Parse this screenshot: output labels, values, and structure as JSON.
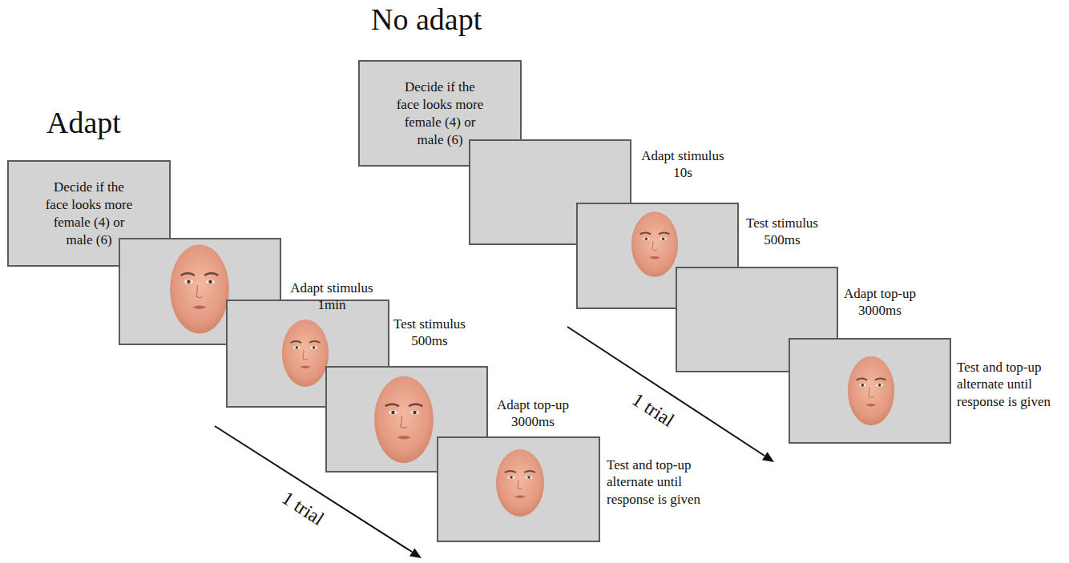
{
  "diagram": {
    "nodes": [
      {
        "text": [
          "Decide if the face looks more female (4) or male (6)"
        ]
      },
      {
        "text": [
          "Decide if the face looks more female (4) or male (6)"
        ]
      }
    ],
    "labels": [
      "No adapt",
      "Adapt",
      "Adapt stimulus 10s",
      "Test stimulus 500ms",
      "Adapt top-up 3000ms",
      "Test and top-up alternate until response is given",
      "1 trial",
      "Adapt stimulus 1min",
      "Test stimulus 500ms",
      "Adapt top-up 3000ms",
      "Test and top-up alternate until response is given",
      "1 trial"
    ]
  }
}
